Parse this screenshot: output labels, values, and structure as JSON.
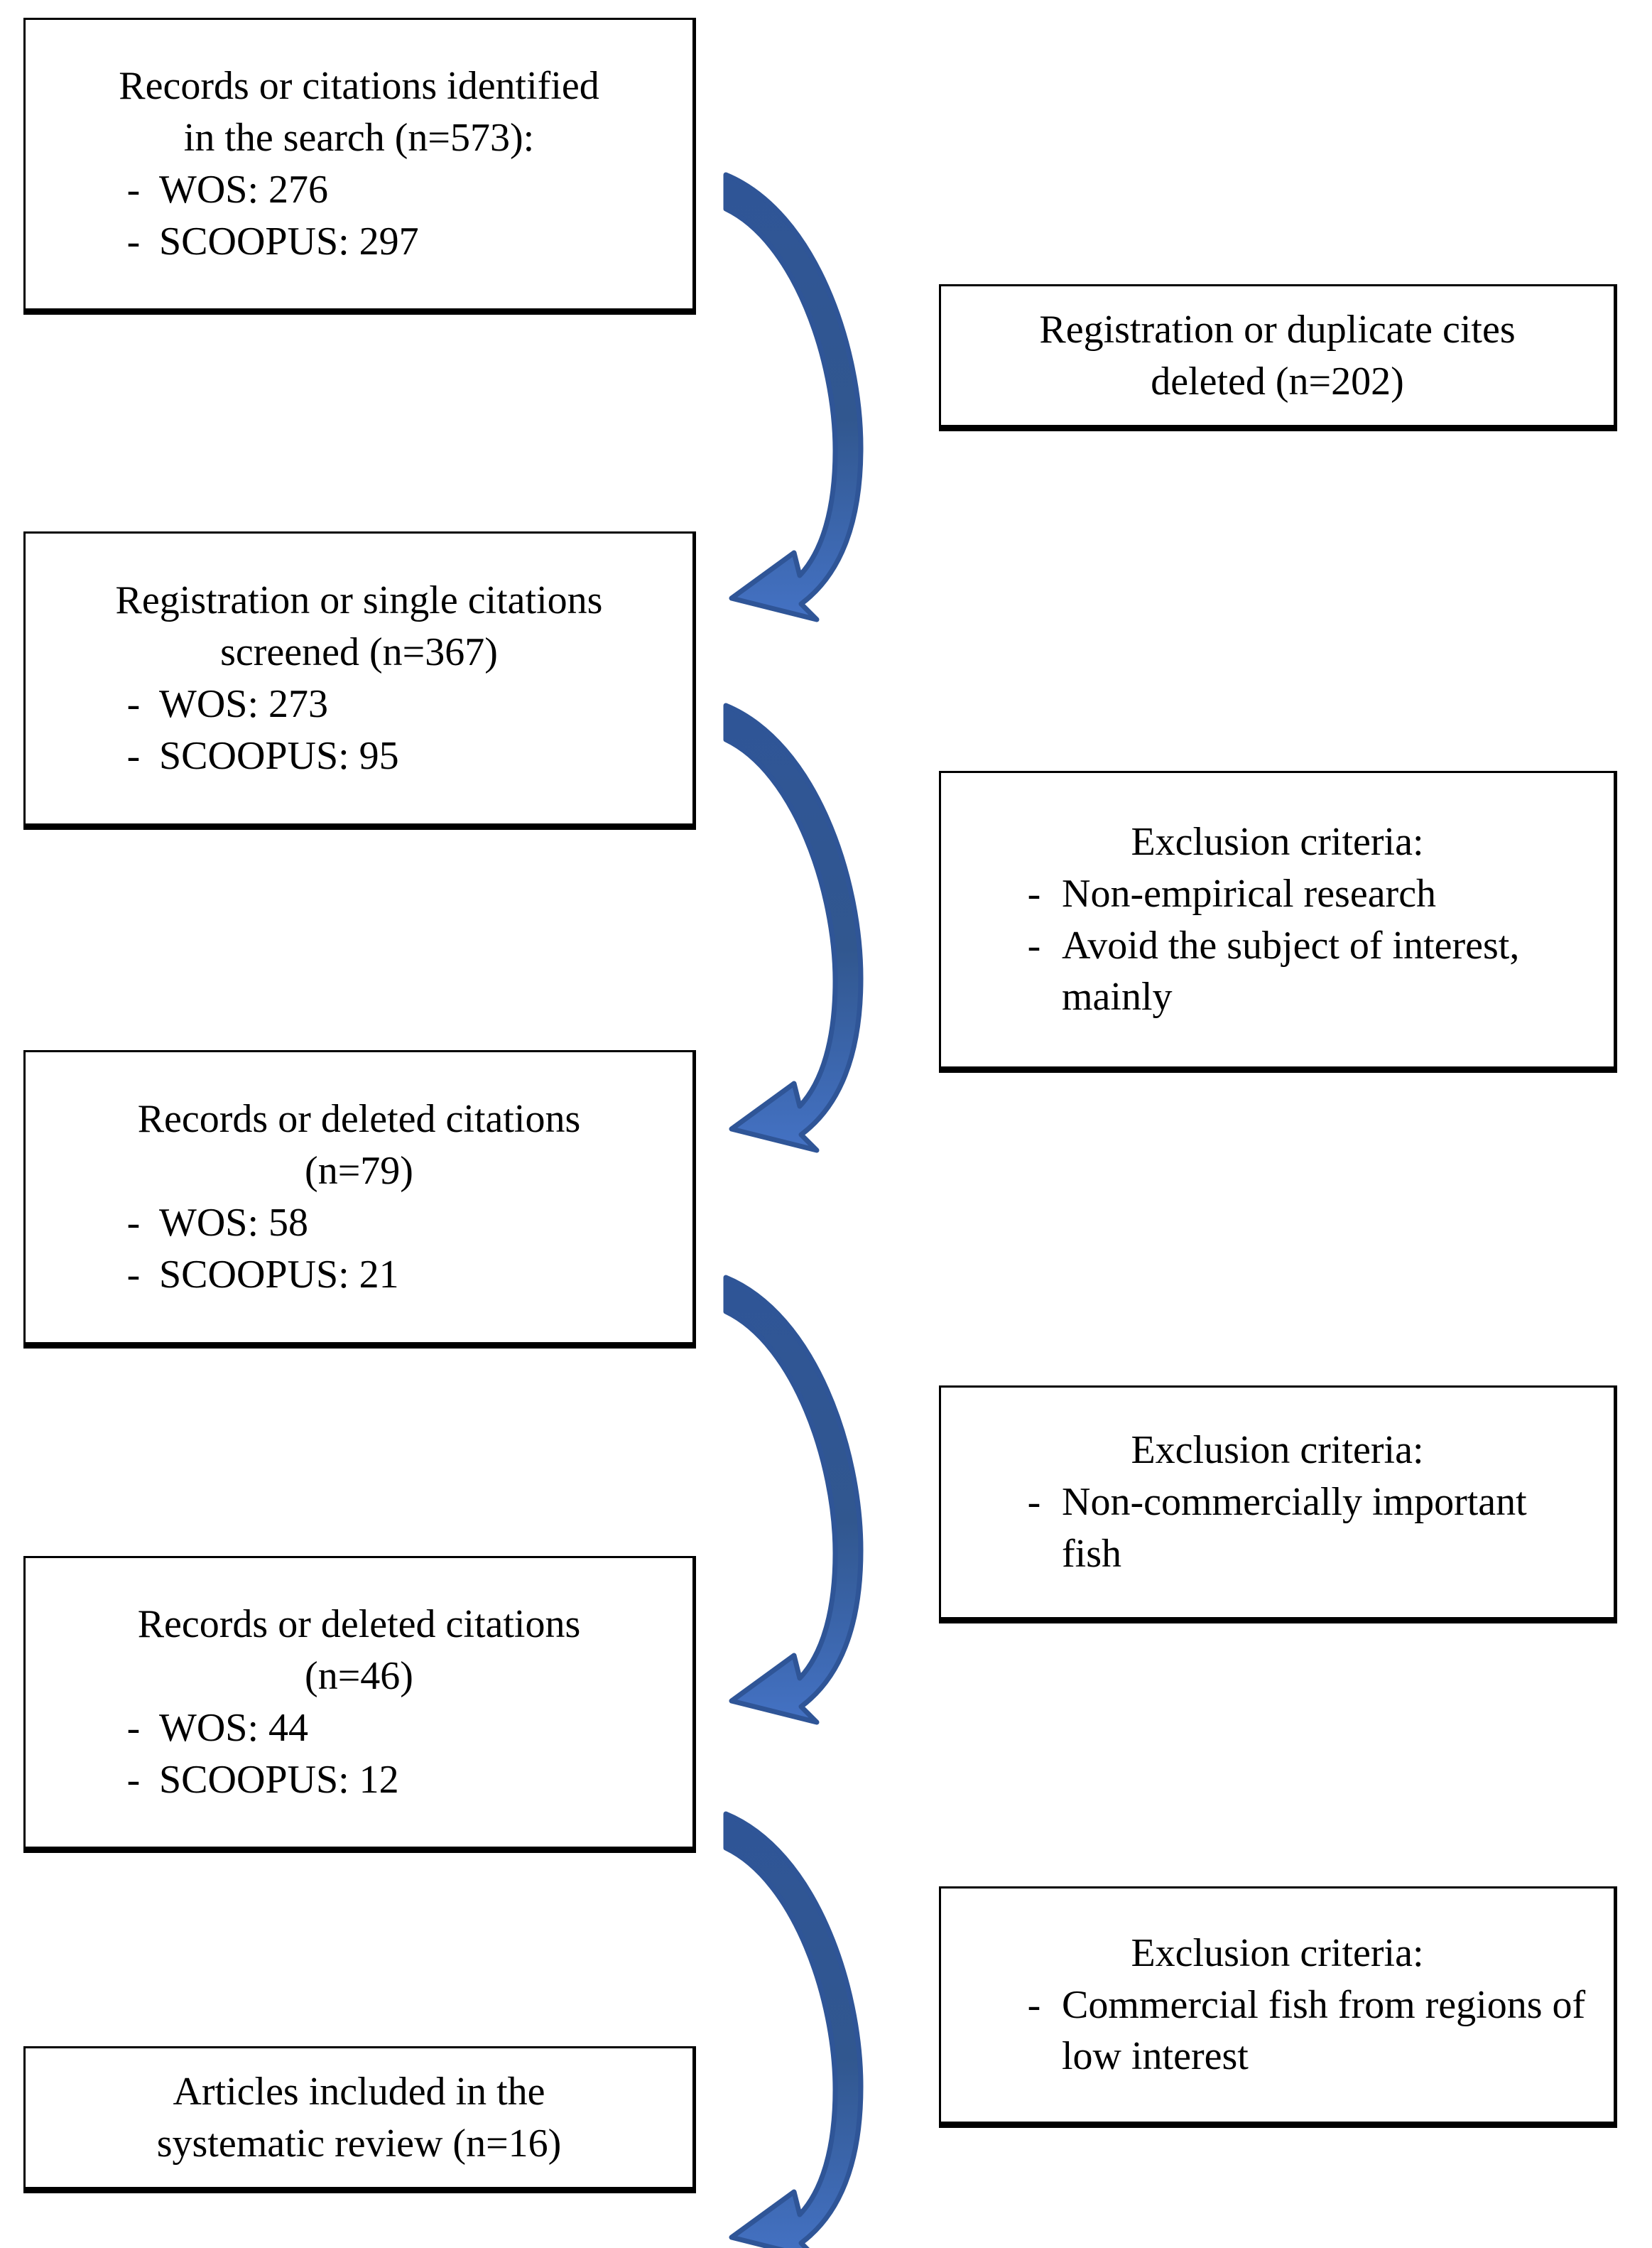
{
  "diagram": {
    "title": "PRISMA systematic review flow diagram",
    "accent_color": "#4472C4",
    "accent_dark_color": "#2F5597",
    "box_border_color": "#000000",
    "background_color": "#FFFFFF",
    "bullet_marker": "-"
  },
  "stages": [
    {
      "id": "identification",
      "heading_line_1": "Records or citations identified",
      "heading_line_2": "in the search (n=573):",
      "count_label": "n=573",
      "count": 573,
      "sources": [
        {
          "label": "WOS: 276",
          "name": "WOS",
          "value": 276
        },
        {
          "label": "SCOOPUS: 297",
          "name": "SCOOPUS",
          "value": 297
        }
      ]
    },
    {
      "id": "screening",
      "heading_line_1": "Registration or single citations",
      "heading_line_2": "screened (n=367)",
      "count_label": "n=367",
      "count": 367,
      "sources": [
        {
          "label": "WOS: 273",
          "name": "WOS",
          "value": 273
        },
        {
          "label": "SCOOPUS: 95",
          "name": "SCOOPUS",
          "value": 95
        }
      ]
    },
    {
      "id": "eligibility-1",
      "heading_line_1": "Records or deleted citations",
      "heading_line_2": "(n=79)",
      "count_label": "n=79",
      "count": 79,
      "sources": [
        {
          "label": "WOS: 58",
          "name": "WOS",
          "value": 58
        },
        {
          "label": "SCOOPUS: 21",
          "name": "SCOOPUS",
          "value": 21
        }
      ]
    },
    {
      "id": "eligibility-2",
      "heading_line_1": "Records or deleted citations",
      "heading_line_2": "(n=46)",
      "count_label": "n=46",
      "count": 46,
      "sources": [
        {
          "label": "WOS: 44",
          "name": "WOS",
          "value": 44
        },
        {
          "label": "SCOOPUS: 12",
          "name": "SCOOPUS",
          "value": 12
        }
      ]
    },
    {
      "id": "included",
      "heading_line_1": "Articles included in the",
      "heading_line_2": "systematic review (n=16)",
      "count_label": "n=16",
      "count": 16,
      "sources": []
    }
  ],
  "exclusions": [
    {
      "id": "duplicates-removed",
      "heading_line_1": "Registration or duplicate cites",
      "heading_line_2": "deleted (n=202)",
      "count_label": "n=202",
      "count": 202,
      "items": []
    },
    {
      "id": "exclusion-criteria-1",
      "heading_line_1": "Exclusion criteria:",
      "heading_line_2": "",
      "count_label": "",
      "items": [
        {
          "label": "Non-empirical research"
        },
        {
          "label": "Avoid the subject of interest, mainly"
        }
      ]
    },
    {
      "id": "exclusion-criteria-2",
      "heading_line_1": "Exclusion criteria:",
      "heading_line_2": "",
      "count_label": "",
      "items": [
        {
          "label": "Non-commercially important fish"
        }
      ]
    },
    {
      "id": "exclusion-criteria-3",
      "heading_line_1": "Exclusion criteria:",
      "heading_line_2": "",
      "count_label": "",
      "items": [
        {
          "label": "Commercial fish from regions of low interest"
        }
      ]
    }
  ],
  "connectors": [
    {
      "id": "arrow-1",
      "from": "identification",
      "to": "screening"
    },
    {
      "id": "arrow-2",
      "from": "screening",
      "to": "eligibility-1"
    },
    {
      "id": "arrow-3",
      "from": "eligibility-1",
      "to": "eligibility-2"
    },
    {
      "id": "arrow-4",
      "from": "eligibility-2",
      "to": "included"
    }
  ]
}
